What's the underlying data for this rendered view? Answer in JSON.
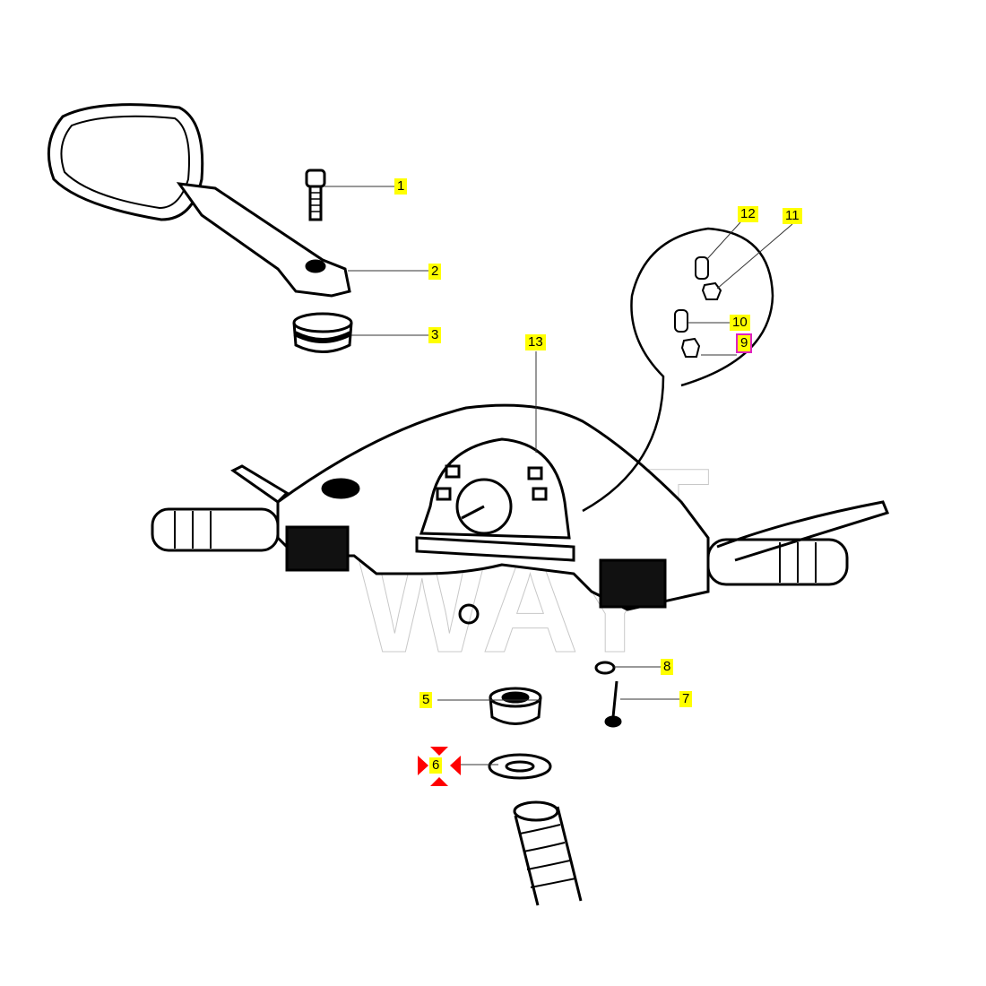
{
  "diagram": {
    "watermark": "SOFT WAY",
    "callouts": [
      {
        "id": "1",
        "label": "1",
        "part": "screw"
      },
      {
        "id": "2",
        "label": "2",
        "part": "mirror"
      },
      {
        "id": "3",
        "label": "3",
        "part": "rubber-grommet"
      },
      {
        "id": "5",
        "label": "5",
        "part": "ring-nut"
      },
      {
        "id": "6",
        "label": "6",
        "part": "lock-washer"
      },
      {
        "id": "7",
        "label": "7",
        "part": "screw"
      },
      {
        "id": "8",
        "label": "8",
        "part": "washer"
      },
      {
        "id": "9",
        "label": "9",
        "part": "bulb-holder"
      },
      {
        "id": "10",
        "label": "10",
        "part": "bulb"
      },
      {
        "id": "11",
        "label": "11",
        "part": "bulb-holder"
      },
      {
        "id": "12",
        "label": "12",
        "part": "bulb"
      },
      {
        "id": "13",
        "label": "13",
        "part": "speedometer"
      }
    ],
    "selected_callout": "9",
    "highlighted_callout": "6",
    "colors": {
      "label_bg": "#ffff00",
      "selected_outline": "#e020c0",
      "marker": "#ff0000"
    }
  }
}
